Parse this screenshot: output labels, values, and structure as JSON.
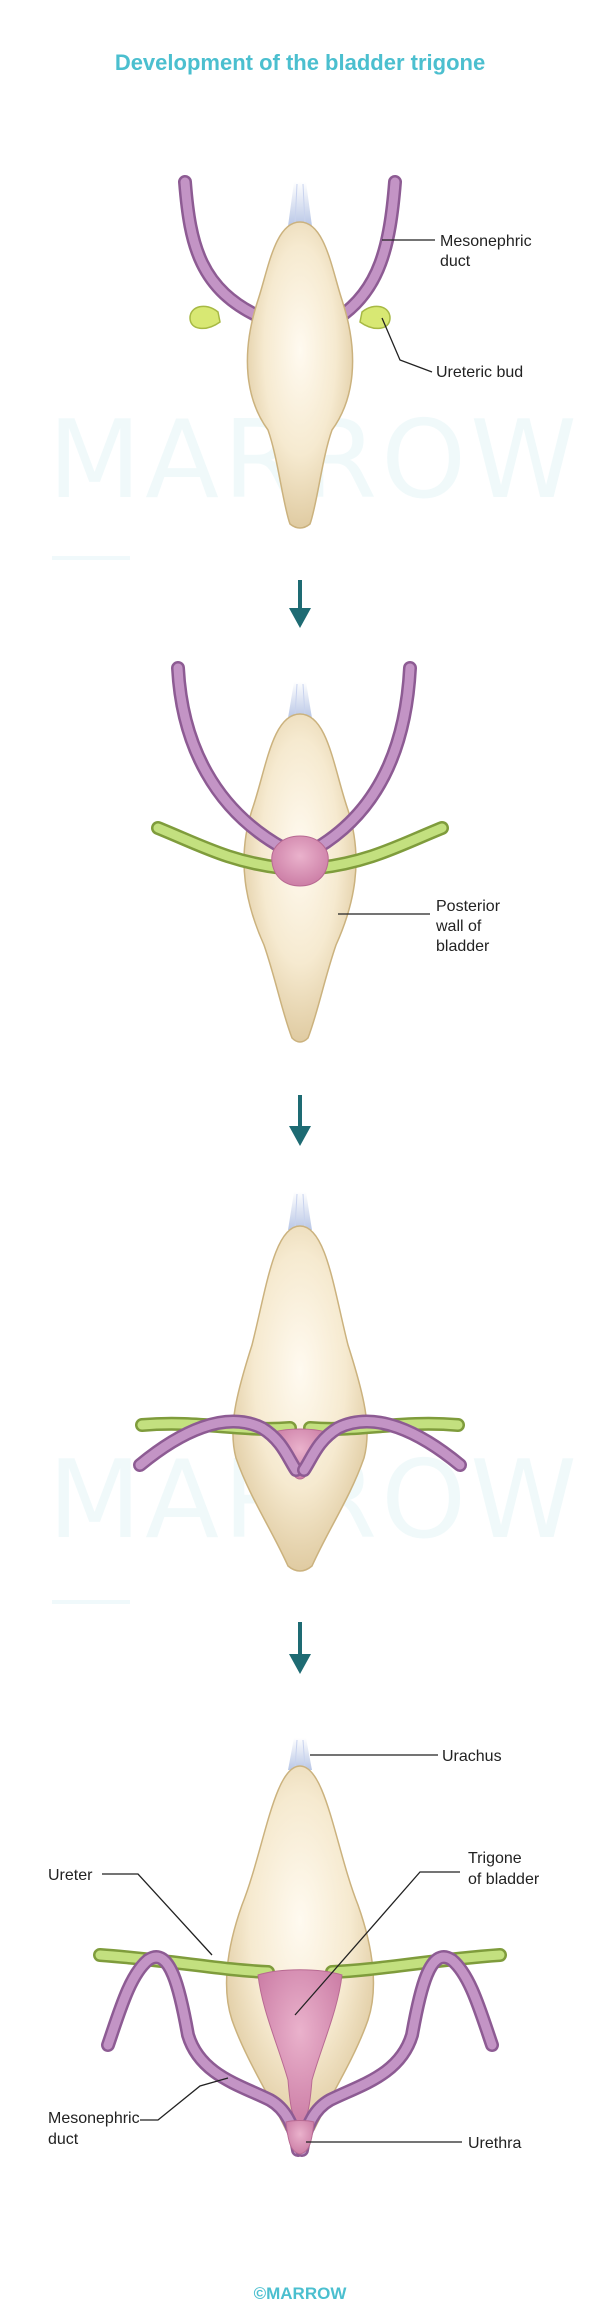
{
  "title": "Development of the bladder trigone",
  "watermark": "MARROW",
  "copyright": "©MARROW",
  "colors": {
    "title": "#4bbfcf",
    "arrow": "#1e6b73",
    "bladder": "#f1e2bf",
    "mesonephric_duct": "#bd8cbf",
    "ureter": "#b8d97a",
    "trigone": "#d98fb2",
    "copyright": "#4bbfcf"
  },
  "labels": {
    "mesonephric_duct_1": [
      "Mesonephric",
      "duct"
    ],
    "ureteric_bud": "Ureteric bud",
    "posterior_wall": [
      "Posterior",
      "wall of",
      "bladder"
    ],
    "urachus": "Urachus",
    "ureter": "Ureter",
    "trigone": [
      "Trigone",
      "of bladder"
    ],
    "mesonephric_duct_4": [
      "Mesonephric",
      "duct"
    ],
    "urethra": "Urethra"
  }
}
